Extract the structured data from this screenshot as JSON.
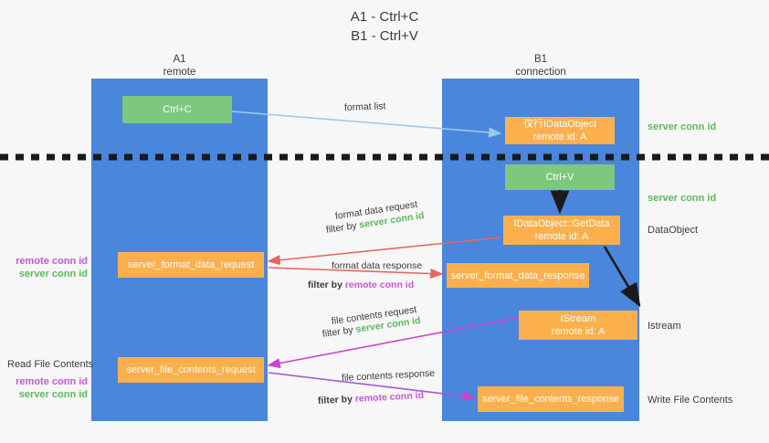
{
  "title": "A1 - Ctrl+C\nB1 - Ctrl+V",
  "columns": {
    "a": {
      "header": "A1\nremote"
    },
    "b": {
      "header": "B1\nconnection"
    }
  },
  "boxes": {
    "ctrl_c": "Ctrl+C",
    "idataobject": "仅行IDataObject\nremote id: A",
    "ctrl_v": "Ctrl+V",
    "getdata": "IDataObject::GetData\nremote id: A",
    "server_format_data_request": "server_format_data_request",
    "server_format_data_response": "server_format_data_response",
    "istream": "IStream\nremote id: A",
    "server_file_contents_request": "server_file_contents_request",
    "server_file_contents_response": "server_file_contents_response"
  },
  "side_labels": {
    "server_conn_id_1": "server conn id",
    "server_conn_id_2": "server conn id",
    "dataobject": "DataObject",
    "istream": "Istream",
    "write_file_contents": "Write File Contents",
    "read_file_contents": "Read File Contents",
    "remote_conn_id": "remote conn id",
    "server_conn_id": "server conn id"
  },
  "arrow_labels": {
    "format_list": "format list",
    "format_data_request": "format data request",
    "filter_by": "filter by ",
    "server_conn_id": "server conn id",
    "format_data_response": "format data response",
    "remote_conn_id": "remote conn id",
    "file_contents_request": "file contents request",
    "file_contents_response": "file contents response"
  },
  "colors": {
    "column_blue": "#4a86db",
    "box_green": "#7cc87f",
    "box_orange": "#fbb04d",
    "server_conn_green": "#5cb85c",
    "remote_conn_purple": "#c35ad1",
    "arrow_lightblue": "#9dc8ee",
    "arrow_red": "#e8655f",
    "arrow_magenta": "#cc44cc",
    "arrow_purple": "#a05ad1",
    "arrow_black": "#1a1a1a",
    "divider_black": "#1a1a1a",
    "background": "#f7f7f7"
  }
}
